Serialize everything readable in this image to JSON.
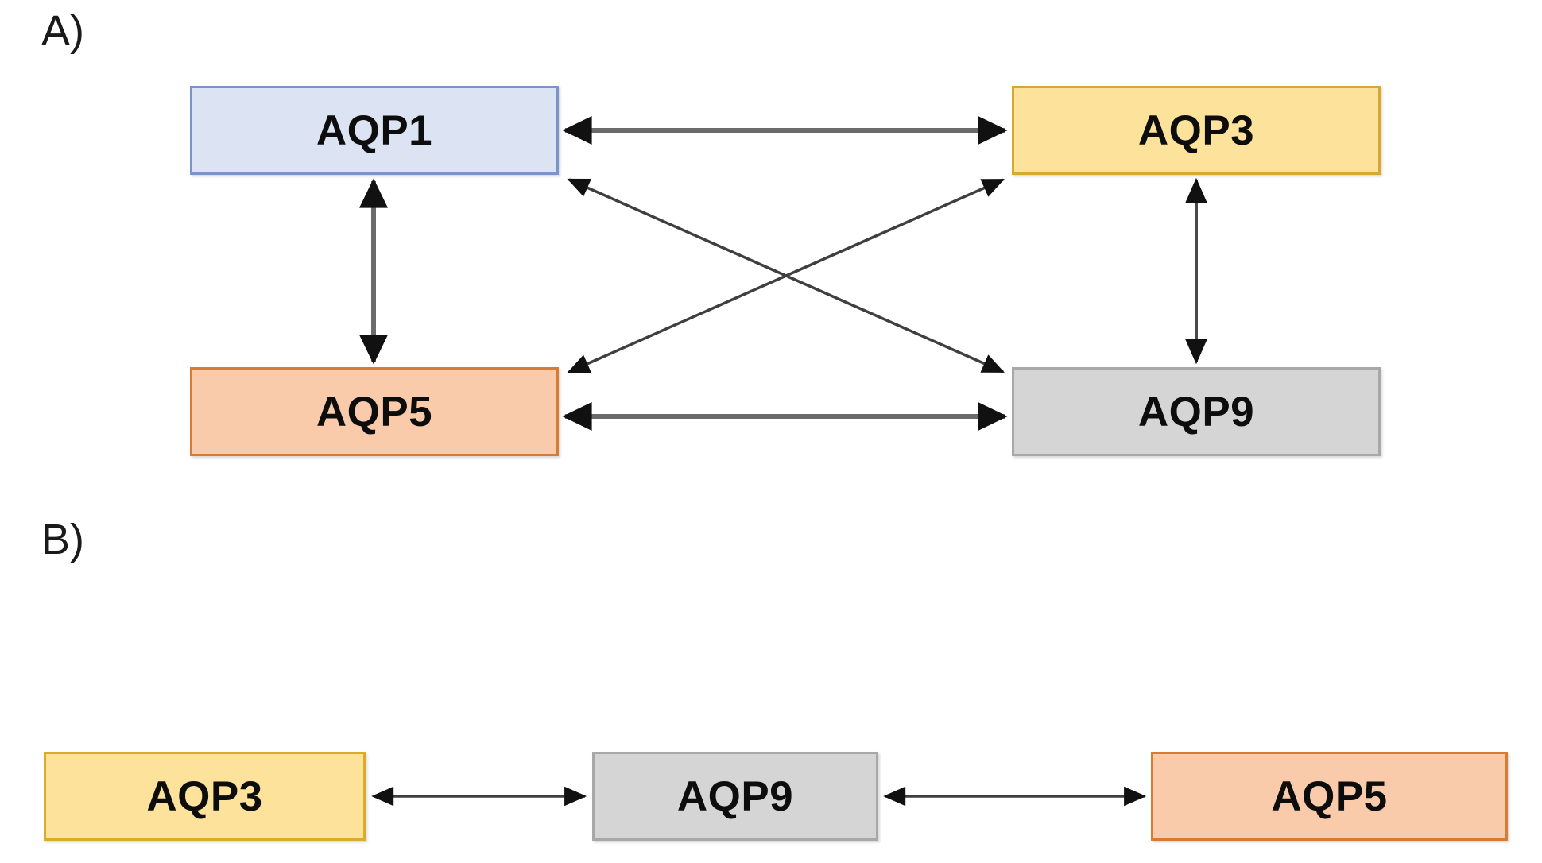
{
  "figure": {
    "panels": [
      {
        "id": "panel-a",
        "label": "A)",
        "nodes": [
          {
            "id": "a-aqp1",
            "label": "AQP1",
            "color_fill": "#dce3f2",
            "color_border": "#7a96c8"
          },
          {
            "id": "a-aqp3",
            "label": "AQP3",
            "color_fill": "#fce29a",
            "color_border": "#d6a930"
          },
          {
            "id": "a-aqp5",
            "label": "AQP5",
            "color_fill": "#f9cbab",
            "color_border": "#d87b34"
          },
          {
            "id": "a-aqp9",
            "label": "AQP9",
            "color_fill": "#d5d5d5",
            "color_border": "#a8a8a8"
          }
        ],
        "edges": [
          {
            "from": "AQP1",
            "to": "AQP3",
            "direction": "bidirectional"
          },
          {
            "from": "AQP1",
            "to": "AQP5",
            "direction": "bidirectional"
          },
          {
            "from": "AQP1",
            "to": "AQP9",
            "direction": "bidirectional"
          },
          {
            "from": "AQP3",
            "to": "AQP5",
            "direction": "bidirectional"
          },
          {
            "from": "AQP3",
            "to": "AQP9",
            "direction": "bidirectional"
          },
          {
            "from": "AQP5",
            "to": "AQP9",
            "direction": "bidirectional"
          }
        ]
      },
      {
        "id": "panel-b",
        "label": "B)",
        "nodes": [
          {
            "id": "b-aqp3",
            "label": "AQP3",
            "color_fill": "#fde29b",
            "color_border": "#d9ad2b"
          },
          {
            "id": "b-aqp9",
            "label": "AQP9",
            "color_fill": "#d5d5d5",
            "color_border": "#a8a8a8"
          },
          {
            "id": "b-aqp5",
            "label": "AQP5",
            "color_fill": "#f9cbab",
            "color_border": "#d87b34"
          }
        ],
        "edges": [
          {
            "from": "AQP3",
            "to": "AQP9",
            "direction": "bidirectional"
          },
          {
            "from": "AQP9",
            "to": "AQP5",
            "direction": "bidirectional"
          }
        ]
      }
    ]
  }
}
